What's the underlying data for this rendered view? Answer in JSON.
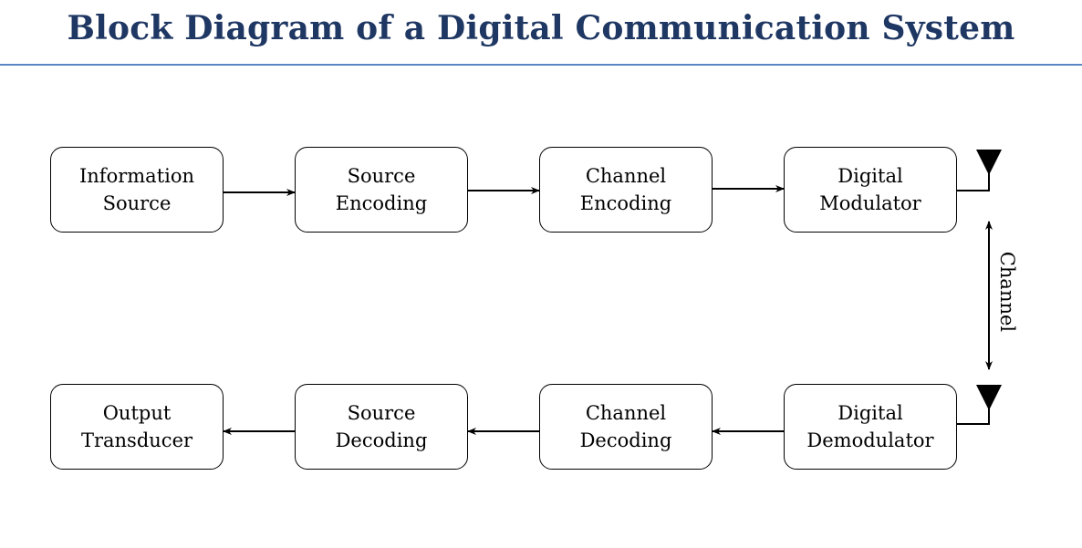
{
  "title": "Block Diagram of a Digital Communication System",
  "transmitter": [
    {
      "line1": "Information",
      "line2": "Source"
    },
    {
      "line1": "Source",
      "line2": "Encoding"
    },
    {
      "line1": "Channel",
      "line2": "Encoding"
    },
    {
      "line1": "Digital",
      "line2": "Modulator"
    }
  ],
  "receiver": [
    {
      "line1": "Output",
      "line2": "Transducer"
    },
    {
      "line1": "Source",
      "line2": "Decoding"
    },
    {
      "line1": "Channel",
      "line2": "Decoding"
    },
    {
      "line1": "Digital",
      "line2": "Demodulator"
    }
  ],
  "channel_label": "Channel",
  "colors": {
    "title": "#1f3763",
    "rule": "#5b86c5",
    "line": "#000000"
  }
}
